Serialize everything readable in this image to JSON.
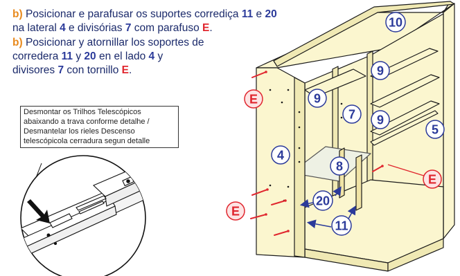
{
  "instructions": {
    "pt": {
      "prefix": "b)",
      "t1": " Posicionar e parafusar os suportes corrediça ",
      "n11": "11",
      "t2": " e ",
      "n20": "20",
      "t3": "na lateral ",
      "n4": "4",
      "t4": " e divisórias ",
      "n7": "7",
      "t5": " com parafuso ",
      "e": "E",
      "t6": "."
    },
    "es": {
      "prefix": "b)",
      "t1": " Posicionar y atornillar los soportes de",
      "t2": "corredera ",
      "n11": "11",
      "t3": " y ",
      "n20": "20",
      "t4": " en el lado ",
      "n4": "4",
      "t5": " y",
      "t6": "divisores ",
      "n7": "7",
      "t7": " con tornillo ",
      "e": "E",
      "t8": "."
    }
  },
  "note": {
    "line1": "Desmontar os Trilhos Telescópicos",
    "line2": "abaixando a trava conforme detalhe /",
    "line3": "Desmantelar los rieles Descenso",
    "line4": "telescópicola cerradura segun detalle"
  },
  "part_labels": {
    "p10": "10",
    "p9a": "9",
    "p9b": "9",
    "p9c": "9",
    "p7": "7",
    "p5": "5",
    "p4": "4",
    "p8": "8",
    "p20": "20",
    "p11": "11",
    "e1": "E",
    "e2": "E",
    "e3": "E"
  },
  "colors": {
    "text": "#1b2a6b",
    "accent_orange": "#e8891c",
    "accent_red": "#e0262e",
    "number_blue": "#2b3a9a",
    "panel": "#fbf6cf",
    "panel_dark": "#f0e9b4",
    "outline": "#1a1a1a"
  }
}
